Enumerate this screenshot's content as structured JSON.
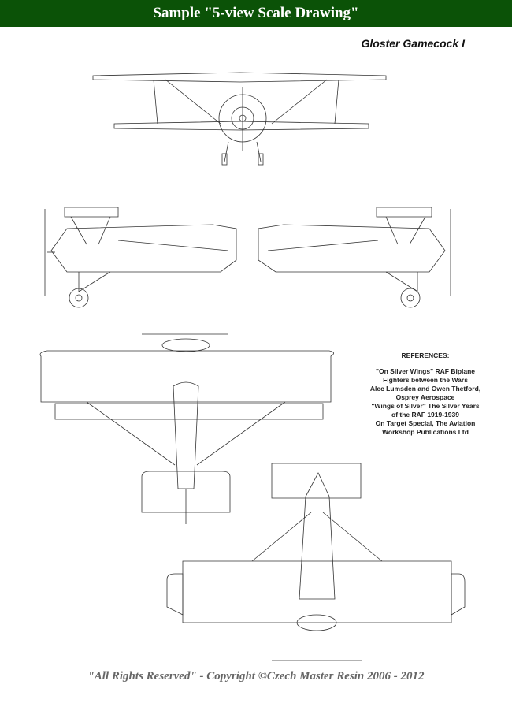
{
  "header": {
    "title": "Sample \"5-view Scale Drawing\""
  },
  "aircraft_name": "Gloster Gamecock I",
  "references": {
    "title": "REFERENCES:",
    "lines": [
      "\"On Silver Wings\" RAF Biplane",
      "Fighters between the Wars",
      "Alec Lumsden and Owen Thetford,",
      "Osprey Aerospace",
      "\"Wings of Silver\" The Silver Years",
      "of the RAF 1919-1939",
      "On Target Special, The Aviation",
      "Workshop Publications Ltd"
    ]
  },
  "footer": {
    "copyright": "\"All Rights Reserved\" - Copyright ©Czech Master Resin 2006 - 2012"
  }
}
